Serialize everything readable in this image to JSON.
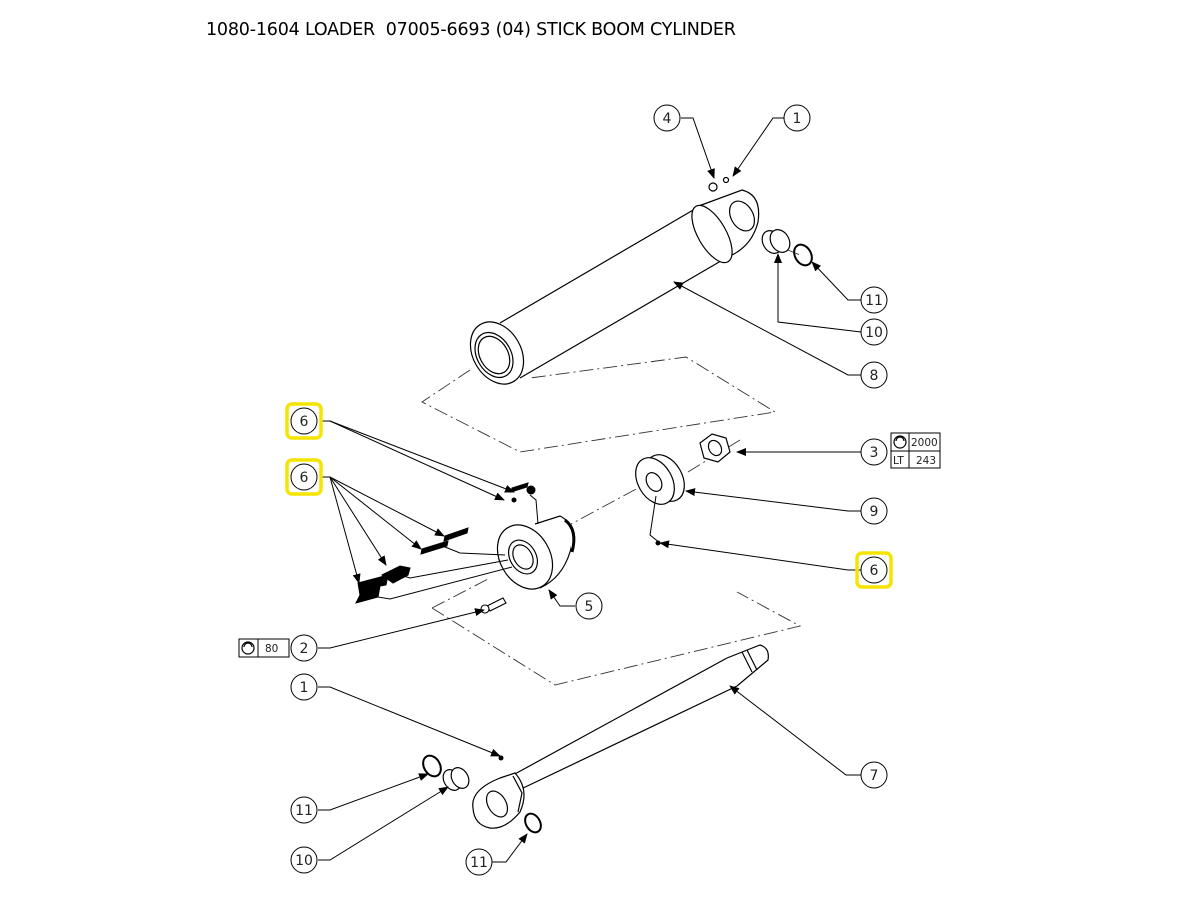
{
  "title": "1080-1604 LOADER  07005-6693 (04) STICK BOOM CYLINDER",
  "highlight_color": "#f5e400",
  "callouts": [
    {
      "id": "c4-top",
      "label": "4"
    },
    {
      "id": "c1-top",
      "label": "1"
    },
    {
      "id": "c11-top",
      "label": "11"
    },
    {
      "id": "c10-top",
      "label": "10"
    },
    {
      "id": "c8",
      "label": "8"
    },
    {
      "id": "c3",
      "label": "3"
    },
    {
      "id": "c9",
      "label": "9"
    },
    {
      "id": "c6-right",
      "label": "6",
      "highlighted": true
    },
    {
      "id": "c6-left-upper",
      "label": "6",
      "highlighted": true
    },
    {
      "id": "c6-left-lower",
      "label": "6",
      "highlighted": true
    },
    {
      "id": "c5",
      "label": "5"
    },
    {
      "id": "c2",
      "label": "2"
    },
    {
      "id": "c1-bottom",
      "label": "1"
    },
    {
      "id": "c7",
      "label": "7"
    },
    {
      "id": "c11-bottom-left",
      "label": "11"
    },
    {
      "id": "c10-bottom",
      "label": "10"
    },
    {
      "id": "c11-bottom-right",
      "label": "11"
    }
  ],
  "torque_specs": {
    "item3": {
      "torque": "2000",
      "loctite_label": "LT",
      "loctite": "243"
    },
    "item2": {
      "torque": "80"
    }
  }
}
